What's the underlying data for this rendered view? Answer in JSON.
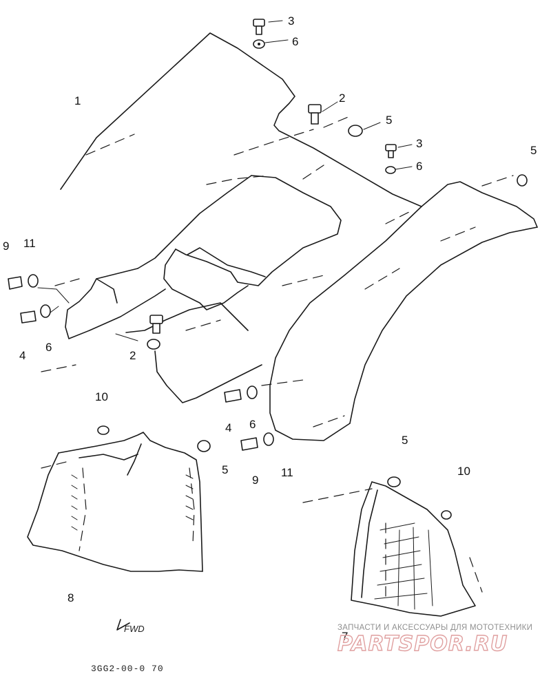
{
  "diagram": {
    "labels": [
      {
        "id": "p3a",
        "text": "3"
      },
      {
        "id": "p6a",
        "text": "6"
      },
      {
        "id": "p1",
        "text": "1"
      },
      {
        "id": "p2a",
        "text": "2"
      },
      {
        "id": "p5a",
        "text": "5"
      },
      {
        "id": "p3b",
        "text": "3"
      },
      {
        "id": "p6b",
        "text": "6"
      },
      {
        "id": "p5b",
        "text": "5"
      },
      {
        "id": "p9a",
        "text": "9"
      },
      {
        "id": "p11a",
        "text": "11"
      },
      {
        "id": "p4a",
        "text": "4"
      },
      {
        "id": "p6c",
        "text": "6"
      },
      {
        "id": "p2b",
        "text": "2"
      },
      {
        "id": "p10a",
        "text": "10"
      },
      {
        "id": "p4b",
        "text": "4"
      },
      {
        "id": "p6d",
        "text": "6"
      },
      {
        "id": "p5c",
        "text": "5"
      },
      {
        "id": "p5d",
        "text": "5"
      },
      {
        "id": "p9b",
        "text": "9"
      },
      {
        "id": "p11b",
        "text": "11"
      },
      {
        "id": "p10b",
        "text": "10"
      },
      {
        "id": "p8",
        "text": "8"
      },
      {
        "id": "p7",
        "text": "7"
      }
    ],
    "fwd_label": "FWD",
    "drawing_code": "3GG2-00-0 70"
  },
  "watermark": {
    "caption": "ЗАПЧАСТИ И АКСЕССУАРЫ ДЛЯ МОТОТЕХНИКИ",
    "logo": "PARTSPOR.RU",
    "color": "#e0a0a0"
  }
}
